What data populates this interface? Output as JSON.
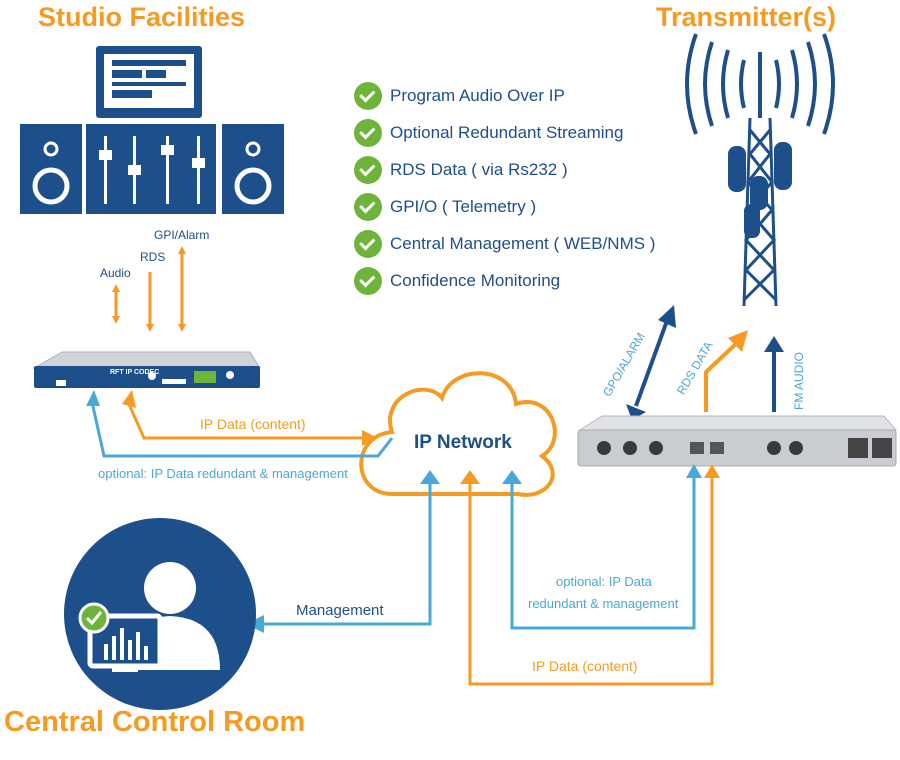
{
  "titles": {
    "studio": "Studio Facilities",
    "transmitters": "Transmitter(s)",
    "control_room": "Central Control Room"
  },
  "features": [
    "Program Audio Over IP",
    "Optional Redundant Streaming",
    "RDS Data ( via Rs232 )",
    "GPI/O ( Telemetry )",
    "Central Management ( WEB/NMS )",
    "Confidence Monitoring"
  ],
  "studio_links": {
    "audio": "Audio",
    "rds": "RDS",
    "gpi": "GPI/Alarm"
  },
  "codec_label": "RFT IP CODEC",
  "transmitter_links": {
    "gpo": "GPO/ALARM",
    "rds": "RDS DATA",
    "fm": "FM AUDIO"
  },
  "network": {
    "cloud": "IP Network",
    "ip_data_left": "IP Data (content)",
    "optional_left": "optional: IP Data redundant & management",
    "management": "Management",
    "optional_right_1": "optional: IP Data",
    "optional_right_2": "redundant & management",
    "ip_data_right": "IP Data (content)"
  },
  "colors": {
    "orange": "#f59a23",
    "navy": "#1d4f8a",
    "light_blue": "#4aa8d8",
    "green": "#6fb43a"
  }
}
